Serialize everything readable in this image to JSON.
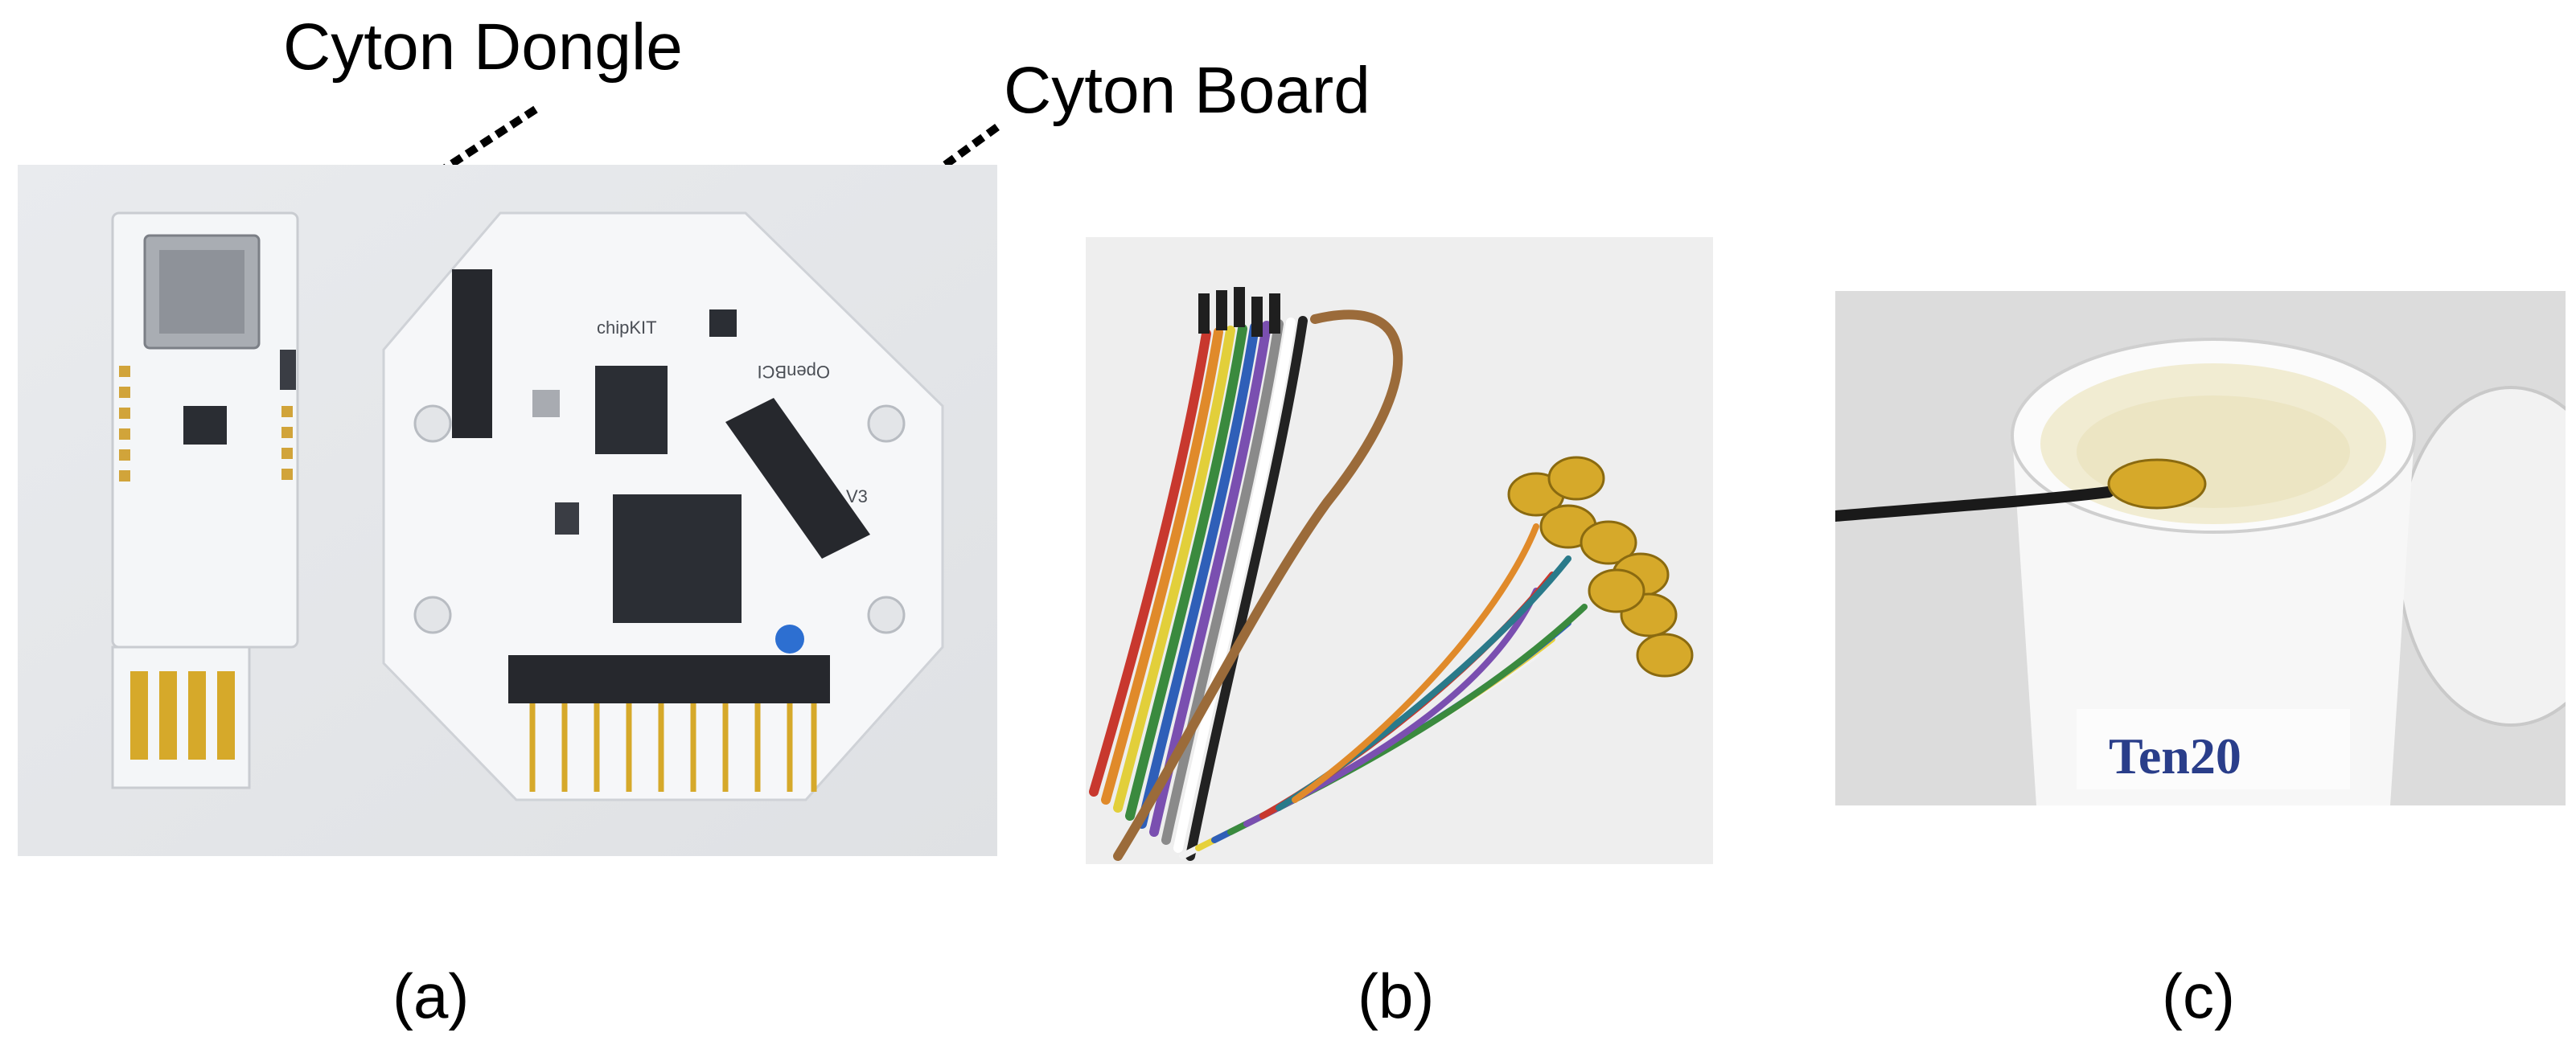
{
  "figure": {
    "labels": {
      "dongle": "Cyton Dongle",
      "board": "Cyton Board"
    },
    "captions": {
      "a": "(a)",
      "b": "(b)",
      "c": "(c)"
    },
    "panels": [
      {
        "id": "a",
        "subject": "openbci-cyton-board-and-dongle-photo"
      },
      {
        "id": "b",
        "subject": "gold-cup-eeg-electrode-cables-photo"
      },
      {
        "id": "c",
        "subject": "electrode-dipped-in-conductive-paste-jar-photo"
      }
    ],
    "board_print": {
      "brand": "OpenBCI",
      "chip": "chipKIT",
      "version": "V3",
      "jar_brand": "Ten20"
    },
    "colors": {
      "pcb_white": "#f4f6f8",
      "gold": "#d6a92a",
      "arrow": "#000000",
      "paste": "#f1ecd2"
    }
  }
}
